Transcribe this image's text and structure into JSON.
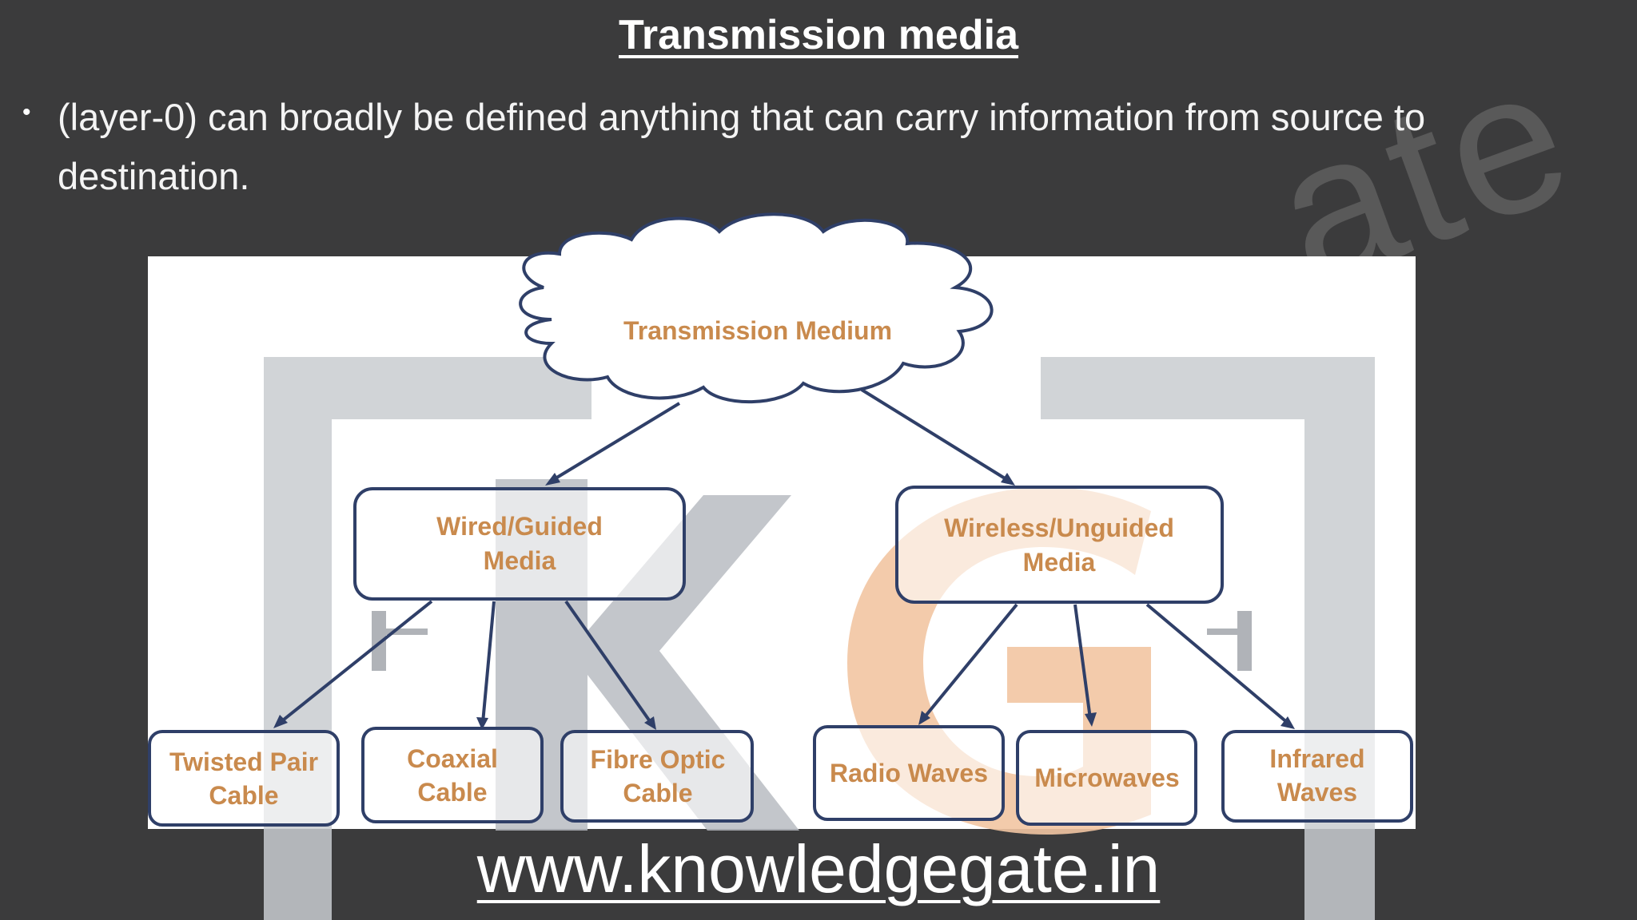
{
  "slide": {
    "title": "Transmission media",
    "bullet": "(layer-0) can broadly be defined anything that can carry information from source to destination.",
    "watermark": "ate",
    "footer_url": "www.knowledgegate.in"
  },
  "diagram": {
    "root": "Transmission Medium",
    "wired": {
      "line1": "Wired/Guided",
      "line2": "Media"
    },
    "wireless": {
      "line1": "Wireless/Unguided",
      "line2": "Media"
    },
    "leaves": {
      "twisted_pair": {
        "line1": "Twisted Pair",
        "line2": "Cable"
      },
      "coaxial": {
        "line1": "Coaxial",
        "line2": "Cable"
      },
      "fibre_optic": {
        "line1": "Fibre Optic",
        "line2": "Cable"
      },
      "radio": {
        "line1": "Radio Waves"
      },
      "microwaves": {
        "line1": "Microwaves"
      },
      "infrared": {
        "line1": "Infrared",
        "line2": "Waves"
      }
    }
  },
  "colors": {
    "background": "#3b3b3c",
    "node_text": "#c98a4d",
    "node_border": "#2f3f68",
    "logo_k": "#b8bcc2",
    "logo_g": "#f2c5a2"
  },
  "icons": [
    "kg-logo-watermark"
  ]
}
